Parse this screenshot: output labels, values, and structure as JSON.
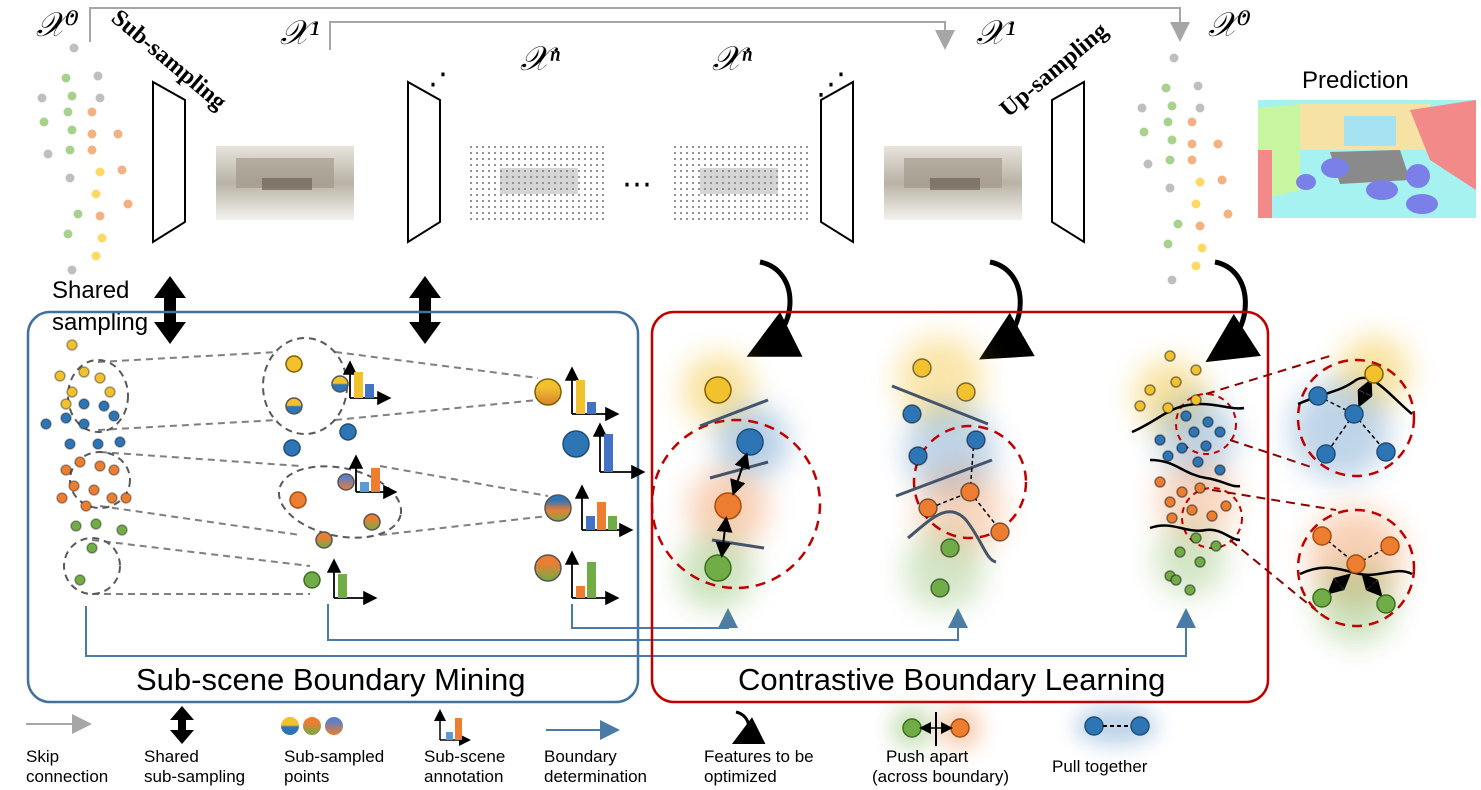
{
  "labels": {
    "x0": "𝒳⁰",
    "x1": "𝒳¹",
    "xn": "𝒳ⁿ",
    "dots": "⋯",
    "vdots": "⋰",
    "sub_sampling": "Sub-sampling",
    "up_sampling": "Up-sampling",
    "prediction": "Prediction",
    "shared": "Shared",
    "sampling": "sampling",
    "mining_title": "Sub-scene Boundary Mining",
    "learning_title": "Contrastive Boundary Learning"
  },
  "legend": {
    "skip": [
      "Skip",
      "connection"
    ],
    "shared": [
      "Shared",
      "sub-sampling"
    ],
    "subsampled": [
      "Sub-sampled",
      "points"
    ],
    "annotation": [
      "Sub-scene",
      "annotation"
    ],
    "boundary": [
      "Boundary",
      "determination"
    ],
    "features": [
      "Features to be",
      "optimized"
    ],
    "push": [
      "Push apart",
      "(across boundary)"
    ],
    "pull": [
      "Pull together"
    ]
  },
  "colors": {
    "yellow": "#f2c12e",
    "blue": "#2e75b6",
    "orange": "#ed7d31",
    "green": "#70ad47",
    "mining_box": "#41719c",
    "learning_box": "#c00000",
    "arrow_gray": "#a6a6a6",
    "arrow_blue": "#4a7ba6"
  }
}
